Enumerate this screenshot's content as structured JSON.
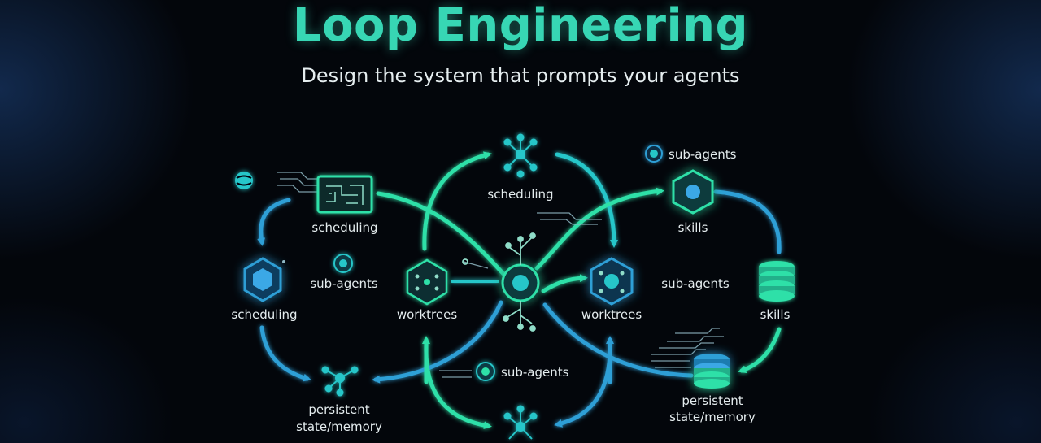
{
  "header": {
    "title": "Loop Engineering",
    "subtitle": "Design the system that prompts your agents"
  },
  "colors": {
    "accent_green": "#2fe0a8",
    "accent_teal": "#27c6c9",
    "accent_blue": "#2e9fd6",
    "title": "#37d6b4",
    "text": "#e4ecee"
  },
  "nodes": [
    {
      "id": "scheduling-left-top",
      "label": "scheduling",
      "icon": "circuit-board-icon"
    },
    {
      "id": "sub-agents-left",
      "label": "sub-agents",
      "icon": "dot-icon"
    },
    {
      "id": "scheduling-left",
      "label": "scheduling",
      "icon": "hexagon-icon"
    },
    {
      "id": "persistent-left",
      "label_lines": [
        "persistent",
        "state/memory"
      ],
      "icon": "network-icon"
    },
    {
      "id": "scheduling-top",
      "label": "scheduling",
      "icon": "network-icon"
    },
    {
      "id": "worktrees-left",
      "label": "worktrees",
      "icon": "hexagon-network-icon"
    },
    {
      "id": "hub",
      "label": "",
      "icon": "hub-icon"
    },
    {
      "id": "worktrees-right",
      "label": "worktrees",
      "icon": "hexagon-network-icon"
    },
    {
      "id": "sub-agents-bottom",
      "label": "sub-agents",
      "icon": "dot-icon"
    },
    {
      "id": "sub-agents-top-right",
      "label": "sub-agents",
      "icon": "dot-icon"
    },
    {
      "id": "skills-top",
      "label": "skills",
      "icon": "hexagon-icon"
    },
    {
      "id": "sub-agents-right",
      "label": "sub-agents",
      "icon": "none"
    },
    {
      "id": "skills-right",
      "label": "skills",
      "icon": "database-icon"
    },
    {
      "id": "persistent-right",
      "label_lines": [
        "persistent",
        "state/memory"
      ],
      "icon": "database-icon"
    }
  ]
}
